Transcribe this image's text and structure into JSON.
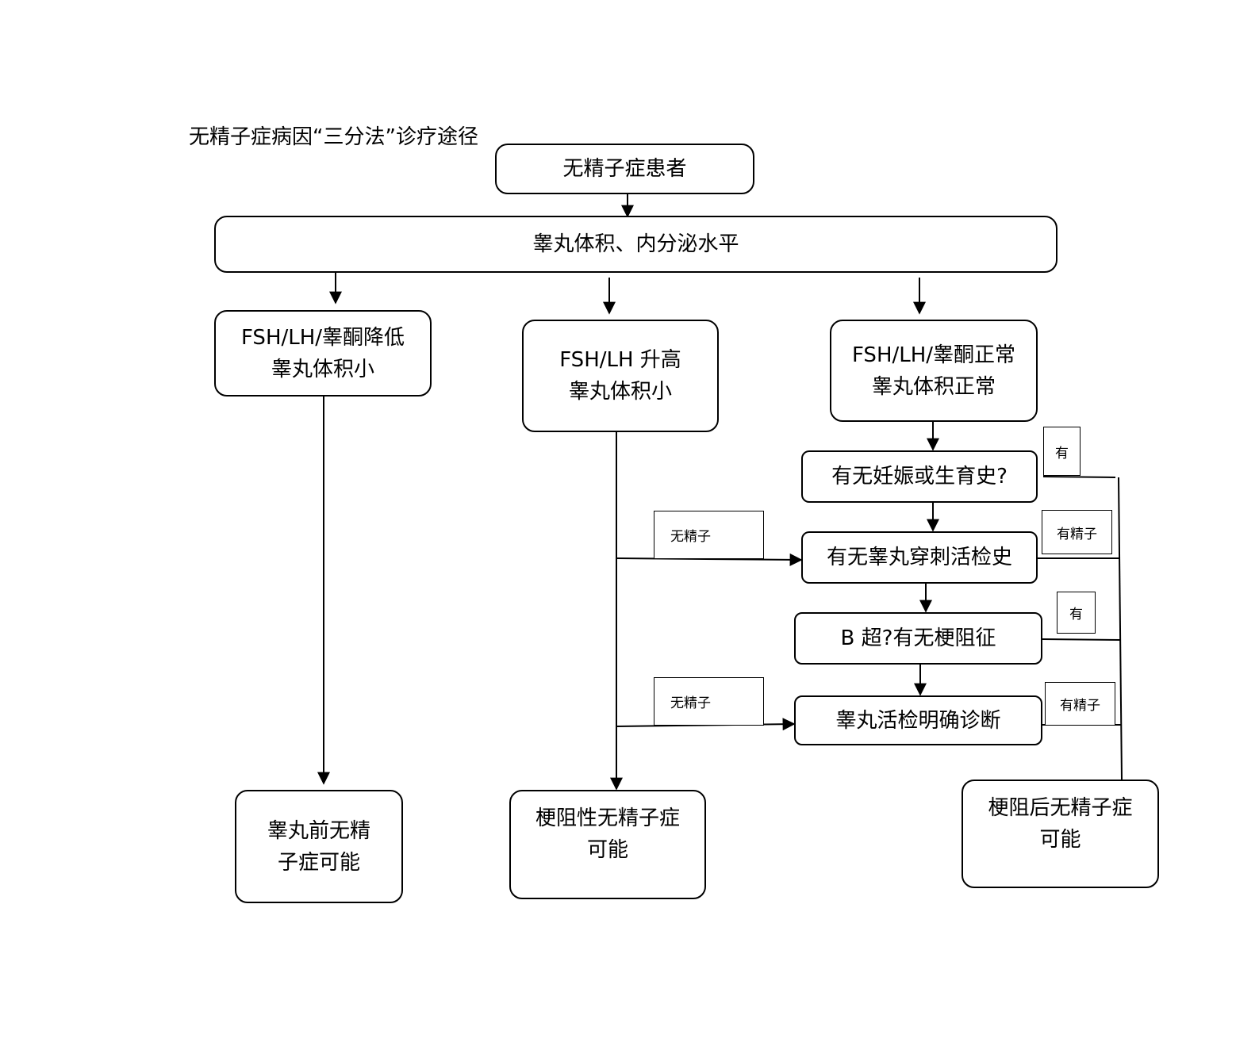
{
  "title": "无精子症病因“三分法”诊疗途径",
  "nodes": {
    "patient": "无精子症患者",
    "assessment": "睾丸体积、内分泌水平",
    "low_line1": "FSH/LH/睾酮降低",
    "low_line2": "睾丸体积小",
    "high_line1": "FSH/LH 升高",
    "high_line2": "睾丸体积小",
    "normal_line1": "FSH/LH/睾酮正常",
    "normal_line2": "睾丸体积正常",
    "pregnancy_history": "有无妊娠或生育史?",
    "biopsy_history": "有无睾丸穿刺活检史",
    "ultrasound": "B 超?有无梗阻征",
    "biopsy_diagnosis": "睾丸活检明确诊断",
    "pretesticular_line1": "睾丸前无精",
    "pretesticular_line2": "子症可能",
    "obstructive_line1": "梗阻性无精子症",
    "obstructive_line2": "可能",
    "post_obstructive_line1": "梗阻后无精子症",
    "post_obstructive_line2": "可能"
  },
  "edge_labels": {
    "has_1": "有",
    "has_sperm_1": "有精子",
    "has_2": "有",
    "has_sperm_2": "有精子",
    "no_sperm_1": "无精子",
    "no_sperm_2": "无精子"
  }
}
